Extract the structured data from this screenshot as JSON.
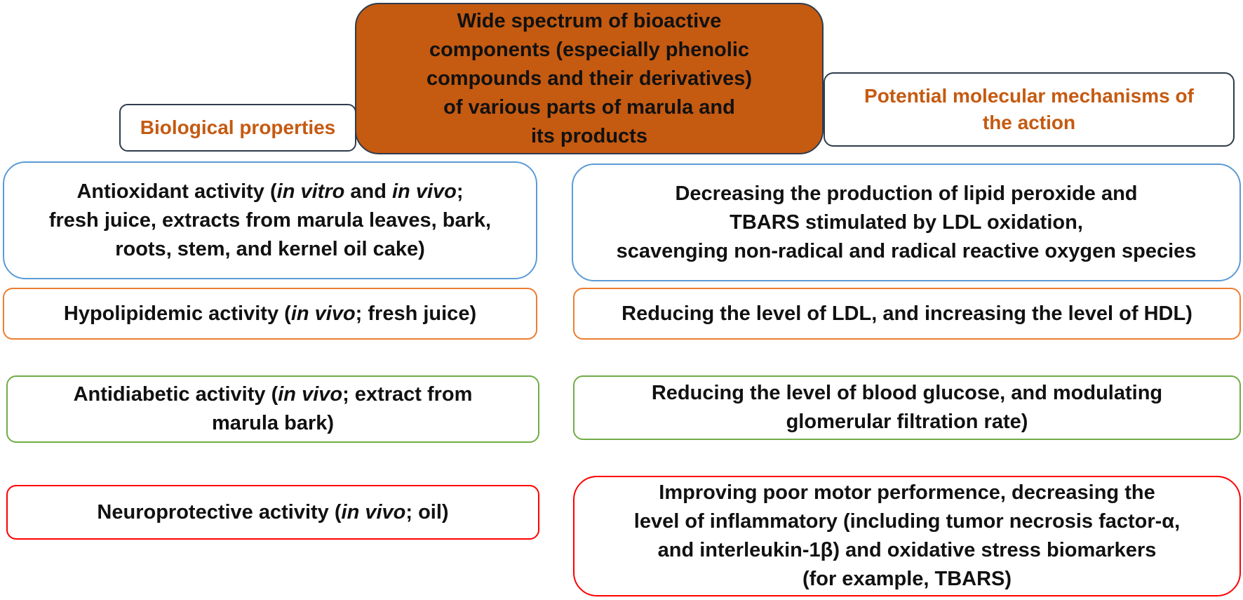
{
  "center_title": {
    "lines": [
      "Wide spectrum of bioactive",
      "components (especially phenolic",
      "compounds and their derivatives)",
      "of various parts of marula and",
      "its products"
    ]
  },
  "headers": {
    "biological": "Biological properties",
    "mechanisms": {
      "line1": "Potential molecular mechanisms of",
      "line2": "the action"
    }
  },
  "properties": {
    "antioxidant": {
      "l1_a": "Antioxidant activity (",
      "l1_b": "in vitro",
      "l1_c": " and ",
      "l1_d": "in vivo",
      "l1_e": ";",
      "l2": "fresh juice, extracts from marula leaves, bark,",
      "l3": "roots, stem, and kernel oil cake)"
    },
    "hypolipidemic": {
      "a": "Hypolipidemic activity (",
      "b": "in vivo",
      "c": "; fresh juice)"
    },
    "antidiabetic": {
      "l1_a": "Antidiabetic activity (",
      "l1_b": "in vivo",
      "l1_c": "; extract from",
      "l2": "marula bark)"
    },
    "neuroprotective": {
      "a": "Neuroprotective activity (",
      "b": "in vivo",
      "c": "; oil)"
    }
  },
  "mechanisms": {
    "antioxidant": [
      "Decreasing the production of lipid peroxide and",
      "TBARS stimulated by LDL oxidation,",
      "scavenging non-radical and radical reactive oxygen species"
    ],
    "hypolipidemic": [
      "Reducing the level of LDL, and increasing the level of HDL)"
    ],
    "antidiabetic": [
      "Reducing the level of blood glucose, and modulating",
      "glomerular filtration rate)"
    ],
    "neuroprotective": [
      "Improving poor motor performence, decreasing the",
      "level of inflammatory (including tumor necrosis factor-α,",
      "and interleukin-1β) and oxidative stress biomarkers",
      "(for example, TBARS)"
    ]
  },
  "colors": {
    "title_fill": "#c55a11",
    "header_text": "#c55a11",
    "header_border": "#2f3c4c",
    "antioxidant_border": "#5b9bd5",
    "hypolipidemic_border": "#ed7d31",
    "antidiabetic_border": "#70ad47",
    "neuroprotective_border": "#ff0000"
  }
}
